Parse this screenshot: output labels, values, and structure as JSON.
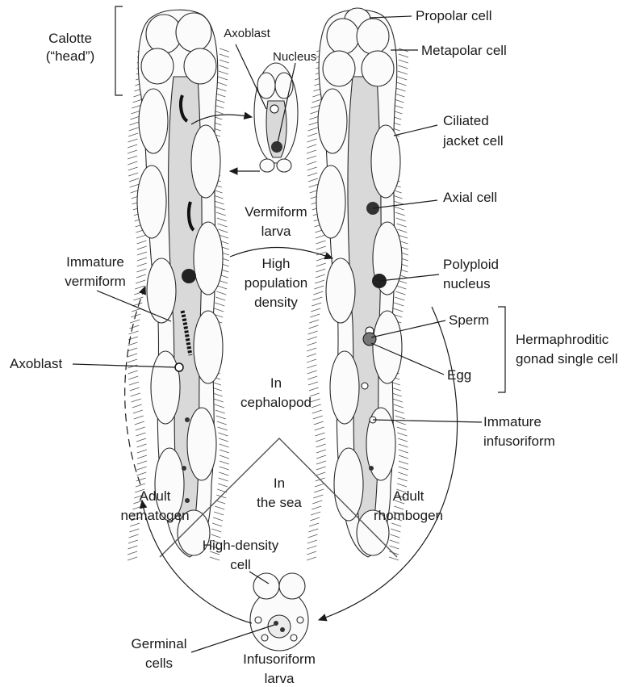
{
  "labels": {
    "calotte": [
      "Calotte",
      "(“head”)"
    ],
    "axoblast_top": "Axoblast",
    "nucleus_top": "Nucleus",
    "propolar": "Propolar cell",
    "metapolar": "Metapolar cell",
    "ciliated_jacket": [
      "Ciliated",
      "jacket cell"
    ],
    "axial_cell": "Axial cell",
    "vermiform_larva": [
      "Vermiform",
      "larva"
    ],
    "high_population": [
      "High",
      "population",
      "density"
    ],
    "polyploid": [
      "Polyploid",
      "nucleus"
    ],
    "immature_vermiform": [
      "Immature",
      "vermiform"
    ],
    "sperm": "Sperm",
    "hermaphroditic": [
      "Hermaphroditic",
      "gonad single cell"
    ],
    "egg": "Egg",
    "axoblast_left": "Axoblast",
    "in_cephalopod": [
      "In",
      "cephalopod"
    ],
    "immature_infusoriform": [
      "Immature",
      "infusoriform"
    ],
    "in_the_sea": [
      "In",
      "the sea"
    ],
    "adult_nematogen": [
      "Adult",
      "nematogen"
    ],
    "adult_rhombogen": [
      "Adult",
      "rhombogen"
    ],
    "high_density_cell": [
      "High-density",
      "cell"
    ],
    "germinal_cells": [
      "Germinal",
      "cells"
    ],
    "infusoriform_larva": [
      "Infusoriform",
      "larva"
    ]
  }
}
